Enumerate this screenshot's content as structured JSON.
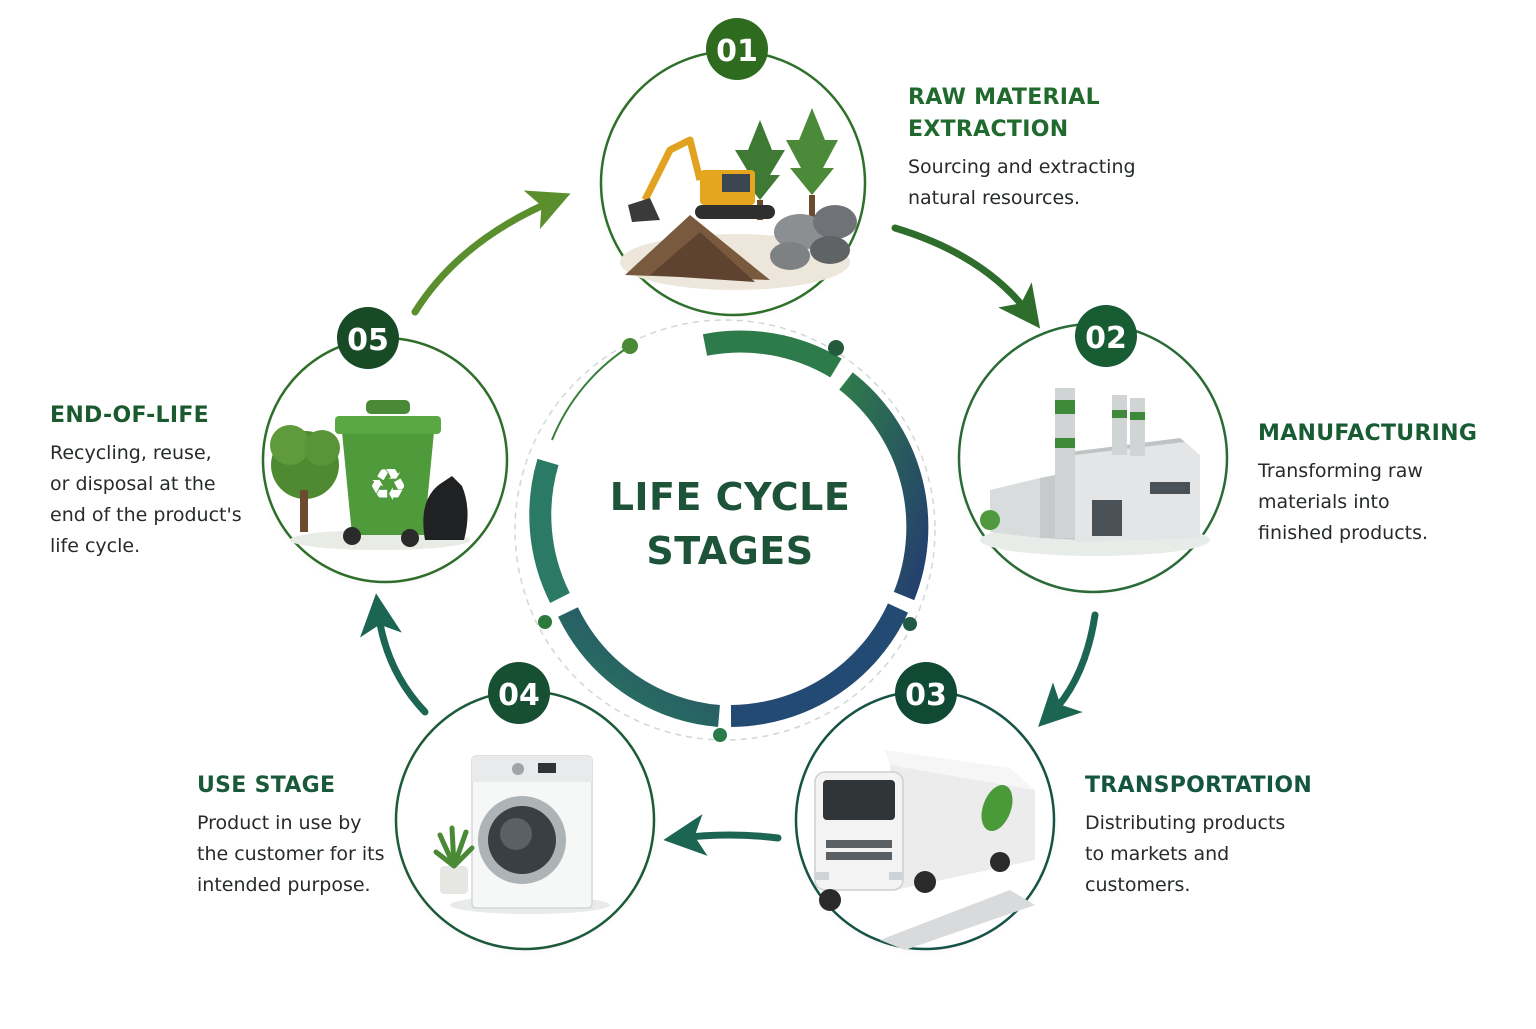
{
  "center": {
    "line1": "LIFE CYCLE",
    "line2": "STAGES"
  },
  "stages": [
    {
      "number": "01",
      "title_lines": [
        "RAW MATERIAL",
        "EXTRACTION"
      ],
      "desc_lines": [
        "Sourcing and extracting",
        "natural resources."
      ],
      "icon": "excavator-trees-rocks-icon",
      "color": "#1f6a2c"
    },
    {
      "number": "02",
      "title_lines": [
        "MANUFACTURING"
      ],
      "desc_lines": [
        "Transforming raw",
        "materials into",
        "finished products."
      ],
      "icon": "factory-icon",
      "color": "#175c33"
    },
    {
      "number": "03",
      "title_lines": [
        "TRANSPORTATION"
      ],
      "desc_lines": [
        "Distributing products",
        "to markets and",
        "customers."
      ],
      "icon": "truck-icon",
      "color": "#14553f"
    },
    {
      "number": "04",
      "title_lines": [
        "USE STAGE"
      ],
      "desc_lines": [
        "Product in use by",
        "the customer for its",
        "intended purpose."
      ],
      "icon": "washing-machine-icon",
      "color": "#1a5a3a"
    },
    {
      "number": "05",
      "title_lines": [
        "END-OF-LIFE"
      ],
      "desc_lines": [
        "Recycling, reuse,",
        "or disposal at the",
        "end of the product's",
        "life cycle."
      ],
      "icon": "recycling-bin-icon",
      "color": "#1b5a2e"
    }
  ]
}
